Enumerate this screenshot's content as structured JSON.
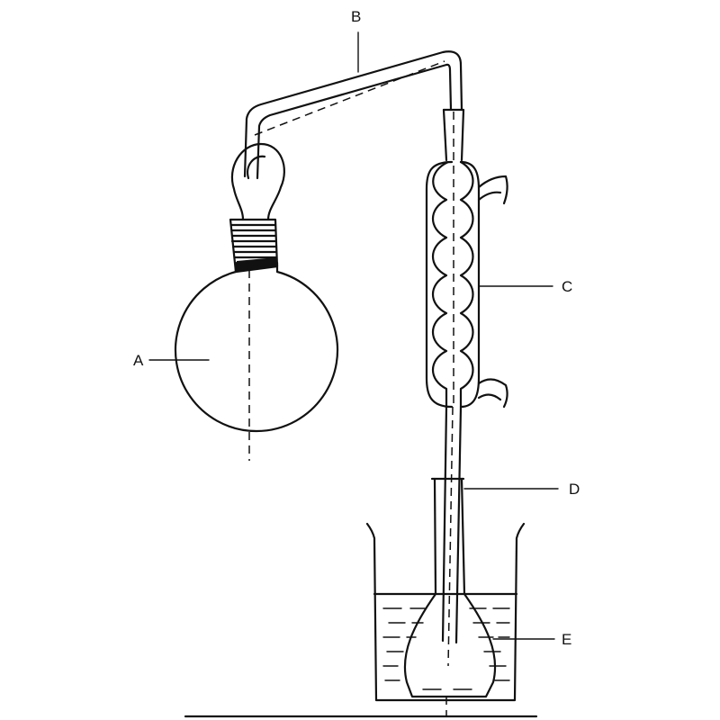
{
  "labels": {
    "A": "A",
    "B": "B",
    "C": "C",
    "D": "D",
    "E": "E"
  },
  "colors": {
    "ink": "#111111",
    "background": "#ffffff"
  }
}
